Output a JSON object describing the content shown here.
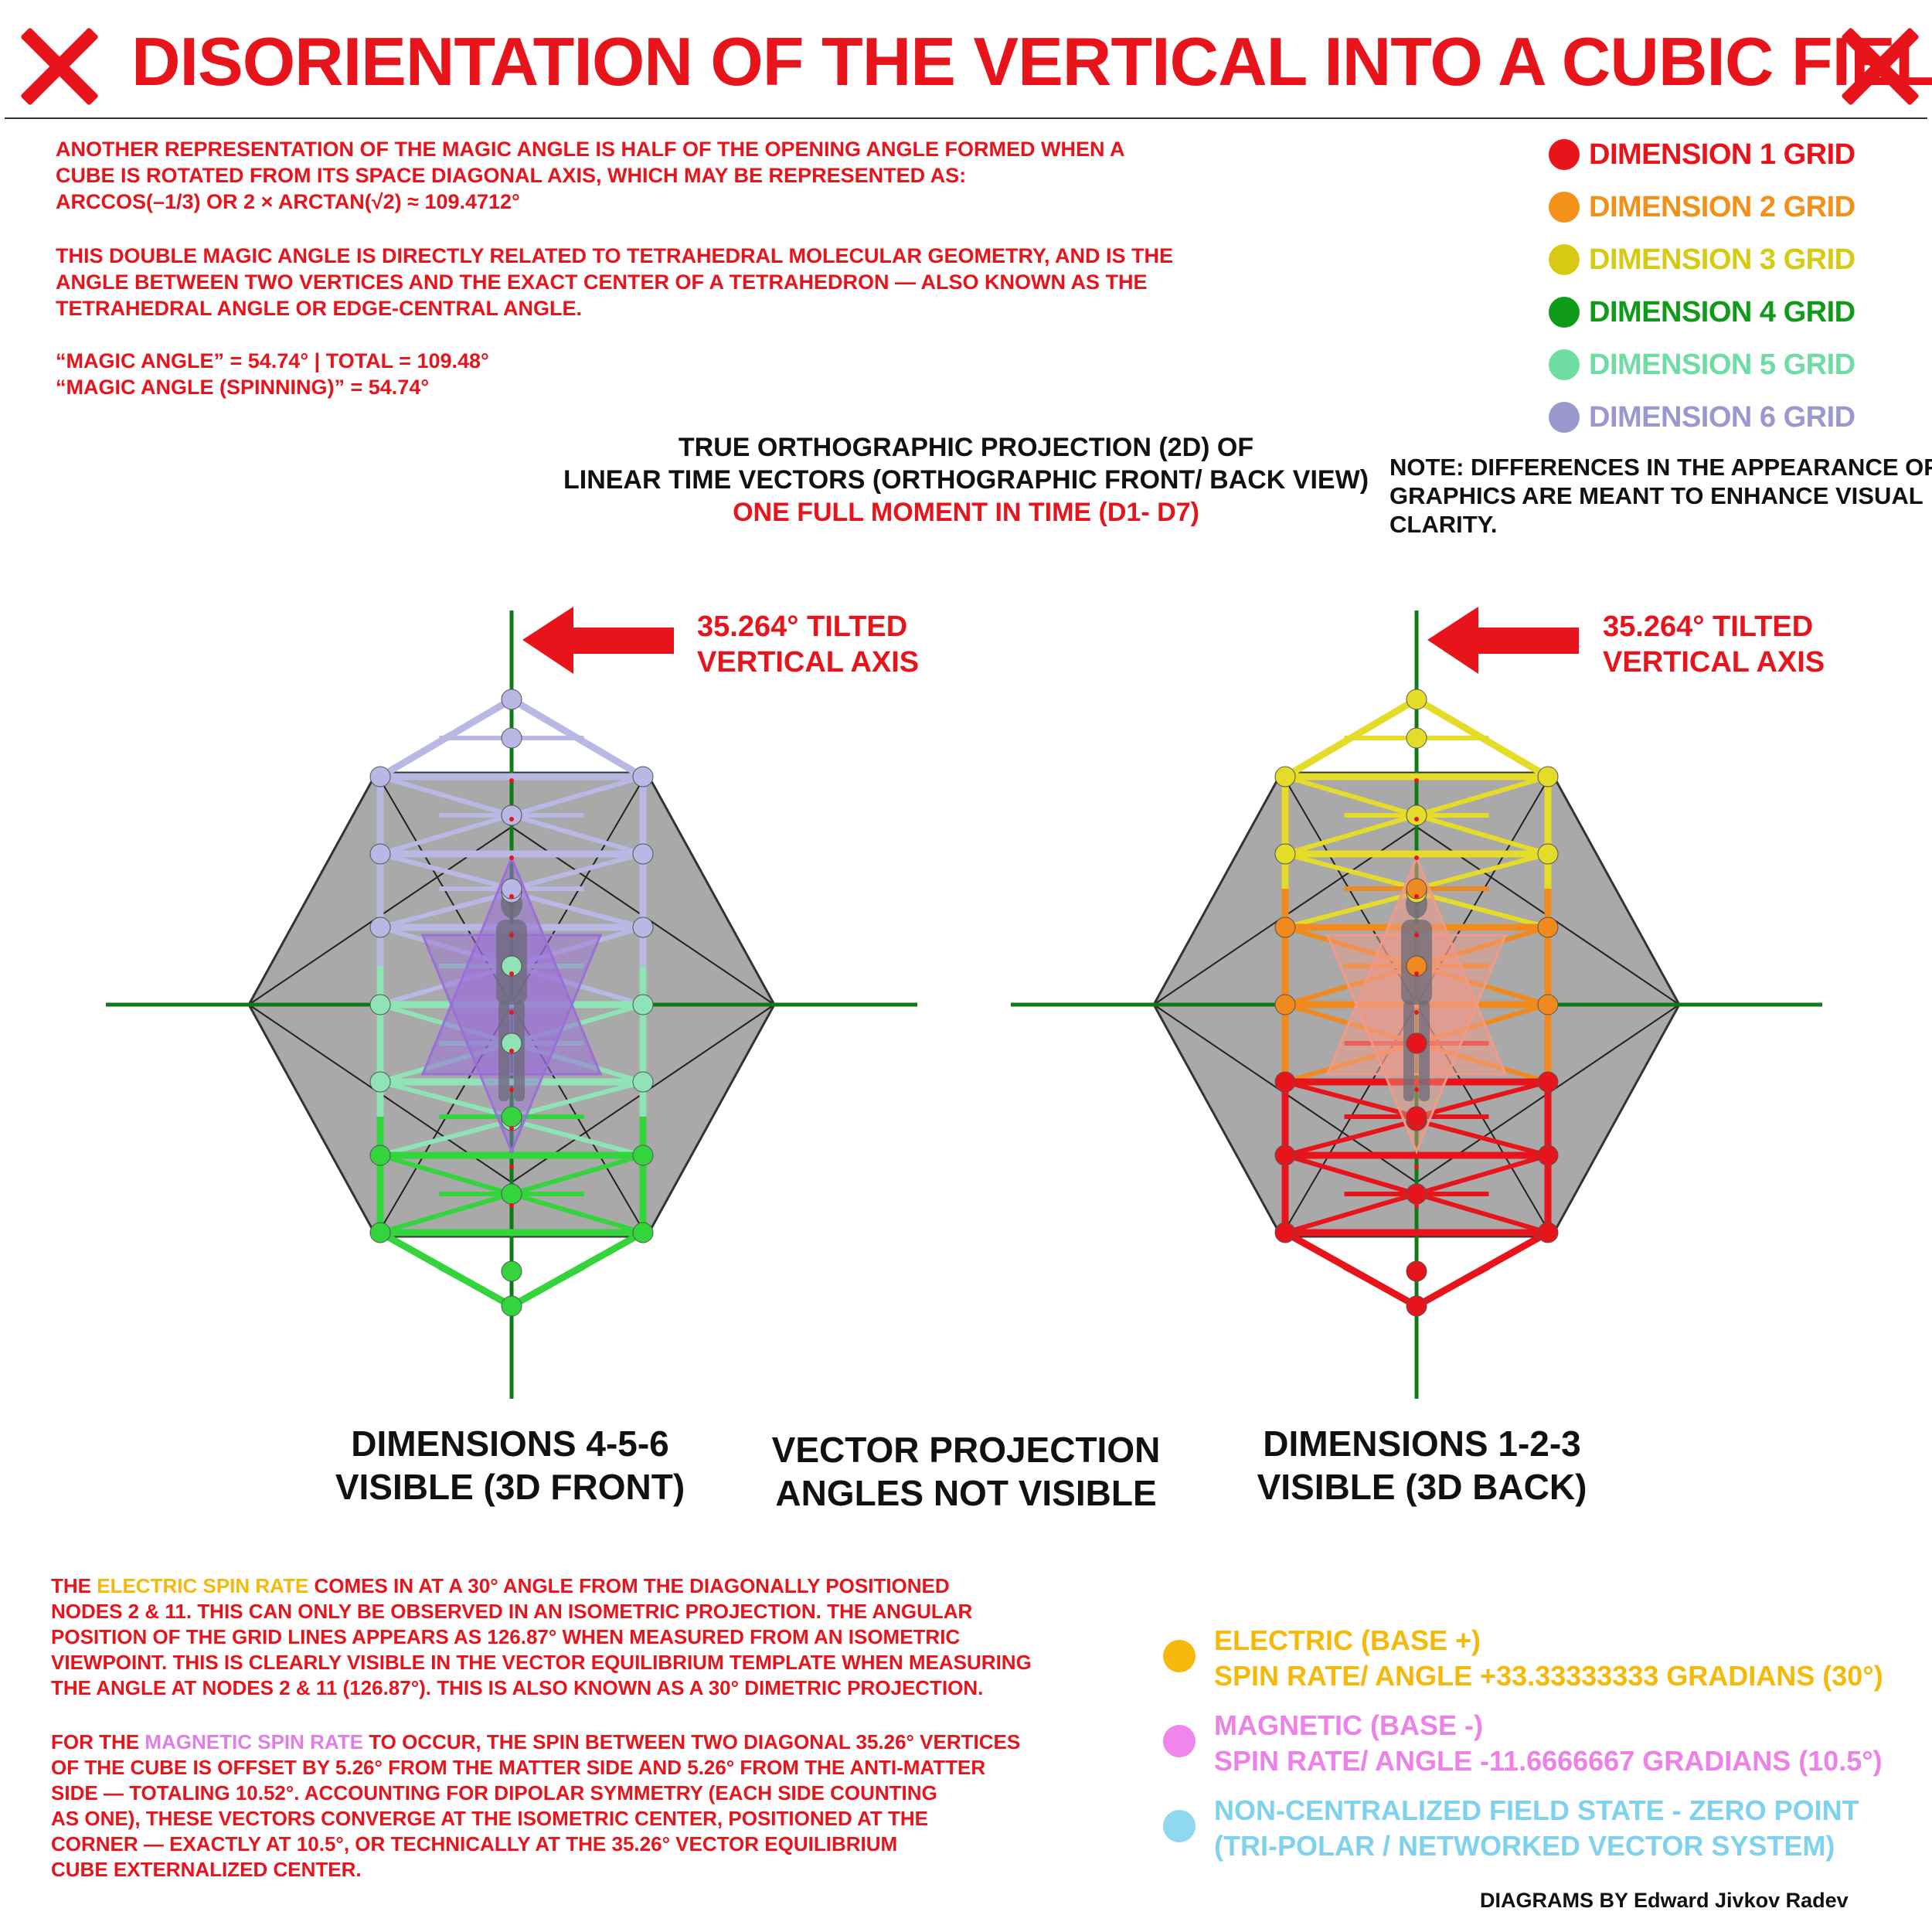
{
  "header": {
    "title": "DISORIENTATION OF THE VERTICAL INTO A CUBIC FIELD"
  },
  "intro": {
    "para1": [
      "ANOTHER REPRESENTATION OF THE MAGIC ANGLE IS HALF OF THE OPENING ANGLE FORMED WHEN A",
      "CUBE IS ROTATED FROM ITS SPACE DIAGONAL AXIS, WHICH MAY BE REPRESENTED AS:",
      "ARCCOS(–1/3) OR 2 × ARCTAN(√2) ≈ 109.4712°"
    ],
    "para2": [
      "THIS DOUBLE MAGIC ANGLE IS DIRECTLY RELATED TO TETRAHEDRAL MOLECULAR GEOMETRY, AND IS THE",
      "ANGLE BETWEEN TWO VERTICES AND THE EXACT CENTER OF A TETRAHEDRON — ALSO KNOWN AS THE",
      "TETRAHEDRAL ANGLE OR EDGE-CENTRAL ANGLE."
    ],
    "para3": [
      "“MAGIC ANGLE” = 54.74° | TOTAL = 109.48°",
      "“MAGIC ANGLE (SPINNING)” = 54.74°"
    ]
  },
  "legend": {
    "items": [
      {
        "label": "DIMENSION 1 GRID",
        "color": "#e8141b"
      },
      {
        "label": "DIMENSION 2 GRID",
        "color": "#f39019"
      },
      {
        "label": "DIMENSION 3 GRID",
        "color": "#d4cb12"
      },
      {
        "label": "DIMENSION 4 GRID",
        "color": "#0f9a1a"
      },
      {
        "label": "DIMENSION 5 GRID",
        "color": "#6fdca3"
      },
      {
        "label": "DIMENSION 6 GRID",
        "color": "#9a98cf"
      }
    ]
  },
  "projection": {
    "line1": "TRUE ORTHOGRAPHIC PROJECTION (2D) OF",
    "line2": "LINEAR TIME VECTORS (ORTHOGRAPHIC FRONT/ BACK VIEW)",
    "line3": "ONE FULL MOMENT IN TIME (D1- D7)"
  },
  "note": {
    "lines": [
      "NOTE: DIFFERENCES IN THE APPEARANCE OF",
      "GRAPHICS ARE MEANT TO ENHANCE VISUAL",
      "CLARITY."
    ]
  },
  "diagrams": {
    "axis_label_line1": "35.264° TILTED",
    "axis_label_line2": "VERTICAL AXIS",
    "left_caption": [
      "DIMENSIONS 4-5-6",
      "VISIBLE (3D FRONT)"
    ],
    "center_caption": [
      "VECTOR PROJECTION",
      "ANGLES NOT VISIBLE"
    ],
    "right_caption": [
      "DIMENSIONS 1-2-3",
      "VISIBLE (3D BACK)"
    ],
    "left_colors": {
      "top": "#b9b8e4",
      "middle": "#8fe3b6",
      "bottom": "#33d43c",
      "core": "#9b6fd8"
    },
    "right_colors": {
      "top": "#e5dc2a",
      "middle": "#f08a1e",
      "bottom": "#e8141b",
      "core": "#f09a88"
    }
  },
  "bottom": {
    "para1_first": {
      "pre": "THE ",
      "highlight": "ELECTRIC SPIN RATE",
      "post": " COMES IN AT A 30° ANGLE FROM THE DIAGONALLY POSITIONED"
    },
    "para1_rest": [
      "NODES 2 & 11. THIS CAN ONLY BE OBSERVED IN AN ISOMETRIC PROJECTION. THE ANGULAR",
      "POSITION OF THE GRID LINES APPEARS AS 126.87° WHEN MEASURED FROM AN ISOMETRIC",
      "VIEWPOINT. THIS IS CLEARLY VISIBLE IN THE VECTOR EQUILIBRIUM TEMPLATE WHEN MEASURING",
      "THE ANGLE AT NODES 2 & 11 (126.87°). THIS IS ALSO KNOWN AS A 30° DIMETRIC PROJECTION."
    ],
    "para2_first": {
      "pre": "FOR THE ",
      "highlight": "MAGNETIC SPIN RATE",
      "post": " TO OCCUR, THE SPIN BETWEEN TWO DIAGONAL 35.26° VERTICES"
    },
    "para2_rest": [
      "OF THE CUBE IS OFFSET BY 5.26° FROM THE MATTER SIDE AND 5.26° FROM THE ANTI-MATTER",
      "SIDE — TOTALING 10.52°. ACCOUNTING FOR DIPOLAR SYMMETRY (EACH SIDE COUNTING",
      "AS ONE), THESE VECTORS CONVERGE AT THE ISOMETRIC CENTER, POSITIONED AT THE",
      "CORNER — EXACTLY AT 10.5°, OR TECHNICALLY AT THE 35.26° VECTOR EQUILIBRIUM",
      "CUBE EXTERNALIZED CENTER."
    ]
  },
  "spin_legend": {
    "items": [
      {
        "line1": "ELECTRIC (BASE +)",
        "line2": "SPIN RATE/ ANGLE +33.33333333 GRADIANS (30°)",
        "color": "#f5b90c"
      },
      {
        "line1": "MAGNETIC (BASE -)",
        "line2": "SPIN RATE/ ANGLE -11.6666667 GRADIANS (10.5°)",
        "color": "#f086ec"
      },
      {
        "line1": "NON-CENTRALIZED FIELD STATE - ZERO POINT",
        "line2": "(TRI-POLAR / NETWORKED VECTOR SYSTEM)",
        "color": "#8ed8f0"
      }
    ]
  },
  "credit": "DIAGRAMS BY Edward Jivkov Radev"
}
